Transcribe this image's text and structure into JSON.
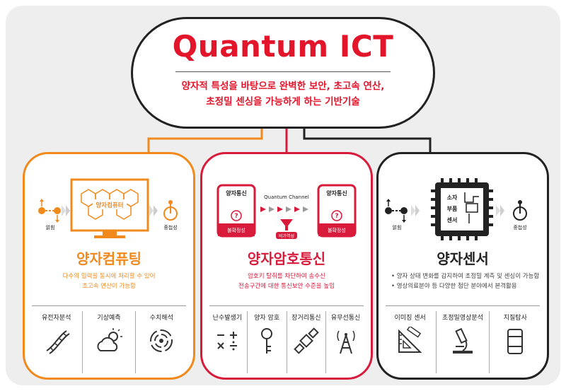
{
  "title": "Quantum ICT",
  "description": [
    "양자적 특성을 바탕으로 완벽한 보안, 초고속 연산,",
    "초정밀 센싱을 가능하게 하는 기반기술"
  ],
  "colors": {
    "orange": "#f08a1c",
    "red": "#d81a3b",
    "black": "#222222"
  },
  "panels": {
    "computing": {
      "title": "양자컴퓨팅",
      "screen_label": "양자컴퓨터",
      "left_label": "얽힘",
      "right_label": "중첩성",
      "desc": [
        "다수의 입력을 동시에 처리할 수 있어",
        "초고속 연산이 가능함"
      ],
      "items": [
        {
          "label": "유전자분석",
          "icon": "dna-icon"
        },
        {
          "label": "기상예측",
          "icon": "weather-icon"
        },
        {
          "label": "수치해석",
          "icon": "analysis-icon"
        }
      ]
    },
    "communication": {
      "title": "양자암호통신",
      "sender": "양자통신",
      "receiver": "양자통신",
      "channel": "Quantum Channel",
      "left_tag": "불확정성",
      "right_tag": "불확정성",
      "center_tag": "비가역성",
      "desc": [
        "암호키 탈취를 차단하여 송수신",
        "전송구간에 대한 통신보안 수준을 높임"
      ],
      "items": [
        {
          "label": "난수발생기",
          "icon": "random-number-icon"
        },
        {
          "label": "양자 암호",
          "icon": "key-icon"
        },
        {
          "label": "장거리통신",
          "icon": "satellite-icon"
        },
        {
          "label": "유무선통신",
          "icon": "antenna-icon"
        }
      ]
    },
    "sensor": {
      "title": "양자센서",
      "chip_label": [
        "소자",
        "부품",
        "센서"
      ],
      "left_label": "얽힘",
      "right_label": "중첩성",
      "desc": [
        "• 양자 상태 변화를 감지하여 초정밀 계측 및 센싱이 가능함",
        "• 영상의료분야 등 다양한 첨단 분야에서 본격활용"
      ],
      "items": [
        {
          "label": "이미징 센서",
          "icon": "imaging-sensor-icon"
        },
        {
          "label": "초정밀영상분석",
          "icon": "microscope-icon"
        },
        {
          "label": "지질탐사",
          "icon": "barrel-icon"
        }
      ]
    }
  }
}
